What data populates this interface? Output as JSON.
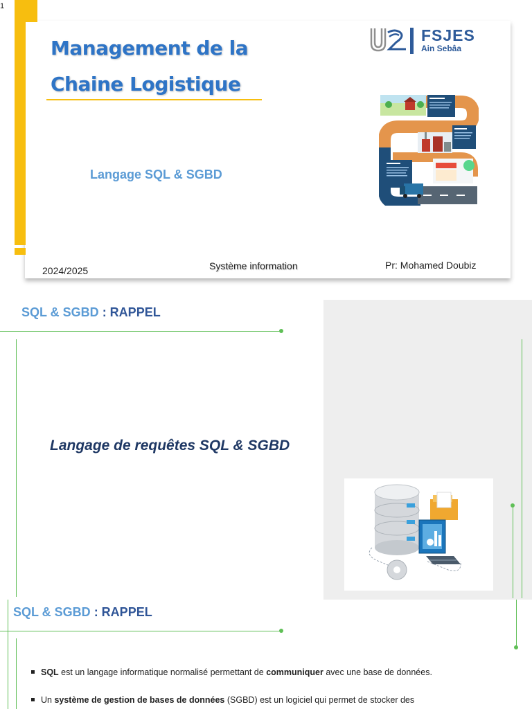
{
  "page_number": "1",
  "slide1": {
    "title_line1": "Management de la",
    "title_line2": "Chaine Logistique",
    "subtitle": "Langage SQL & SGBD",
    "year": "2024/2025",
    "course": "Système information",
    "professor": "Pr: Mohamed Doubiz",
    "logo": {
      "name": "FSJES",
      "sub": "Ain Sebâa"
    },
    "colors": {
      "accent": "#f7be0f",
      "title": "#2e74c6",
      "subtitle": "#5b9bd5"
    }
  },
  "slide2": {
    "title_part1": "SQL & SGBD",
    "title_part2": " : RAPPEL",
    "center_text": "Langage de requêtes SQL & SGBD",
    "colors": {
      "line": "#5fbf56",
      "panel": "#eeeeee"
    }
  },
  "slide3": {
    "title_part1": "SQL & SGBD",
    "title_part2": " : RAPPEL",
    "bullet1": {
      "bold1": "SQL",
      "text1": " est un langage informatique normalisé permettant de ",
      "bold2": "communiquer",
      "text2": " avec une base de données."
    },
    "bullet2": {
      "text1": "Un ",
      "bold1": "système de gestion de bases de données",
      "text2": " (SGBD) est un logiciel qui permet de stocker des"
    }
  }
}
